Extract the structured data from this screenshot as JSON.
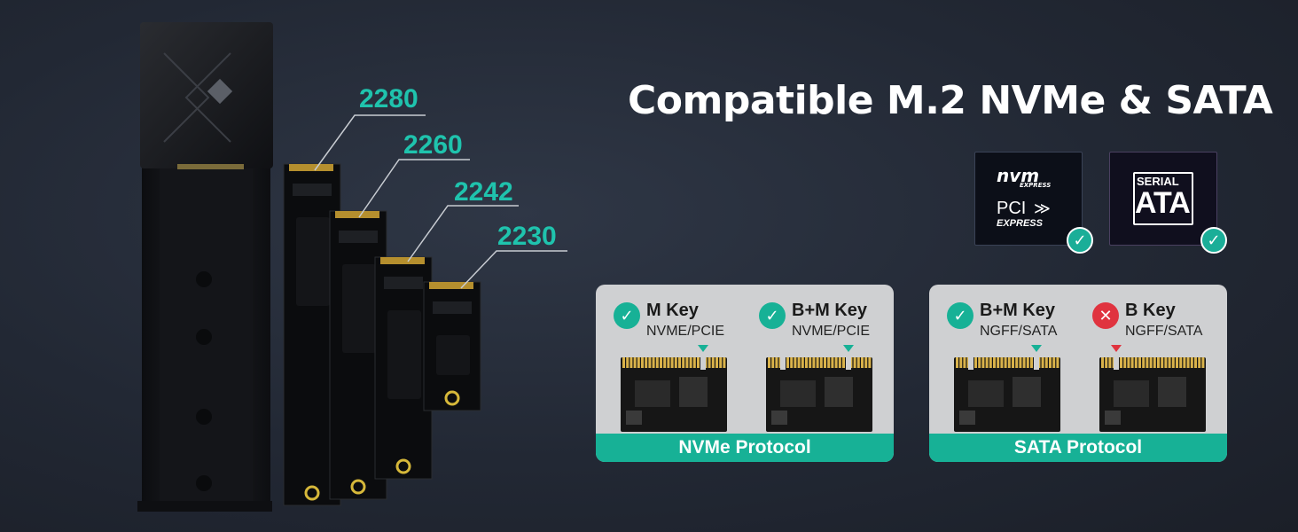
{
  "headline": "Compatible M.2 NVMe & SATA",
  "sizes": [
    "2280",
    "2260",
    "2242",
    "2230"
  ],
  "logos": [
    {
      "lines": [
        "nvm",
        "EXPRESS",
        "PCI",
        "EXPRESS"
      ],
      "icon": "nvme-pcie-logo",
      "status": "check-icon"
    },
    {
      "lines": [
        "SERIAL",
        "ATA"
      ],
      "icon": "serial-ata-logo",
      "status": "check-icon"
    }
  ],
  "panels": [
    {
      "footer": "NVMe Protocol",
      "keys": [
        {
          "title": "M Key",
          "sub": "NVME/PCIE",
          "status": "check-icon"
        },
        {
          "title": "B+M Key",
          "sub": "NVME/PCIE",
          "status": "check-icon"
        }
      ]
    },
    {
      "footer": "SATA Protocol",
      "keys": [
        {
          "title": "B+M Key",
          "sub": "NGFF/SATA",
          "status": "check-icon"
        },
        {
          "title": "B Key",
          "sub": "NGFF/SATA",
          "status": "cross-icon"
        }
      ]
    }
  ],
  "colors": {
    "accent": "#17b196",
    "error": "#e0333f",
    "background": "#222834"
  }
}
